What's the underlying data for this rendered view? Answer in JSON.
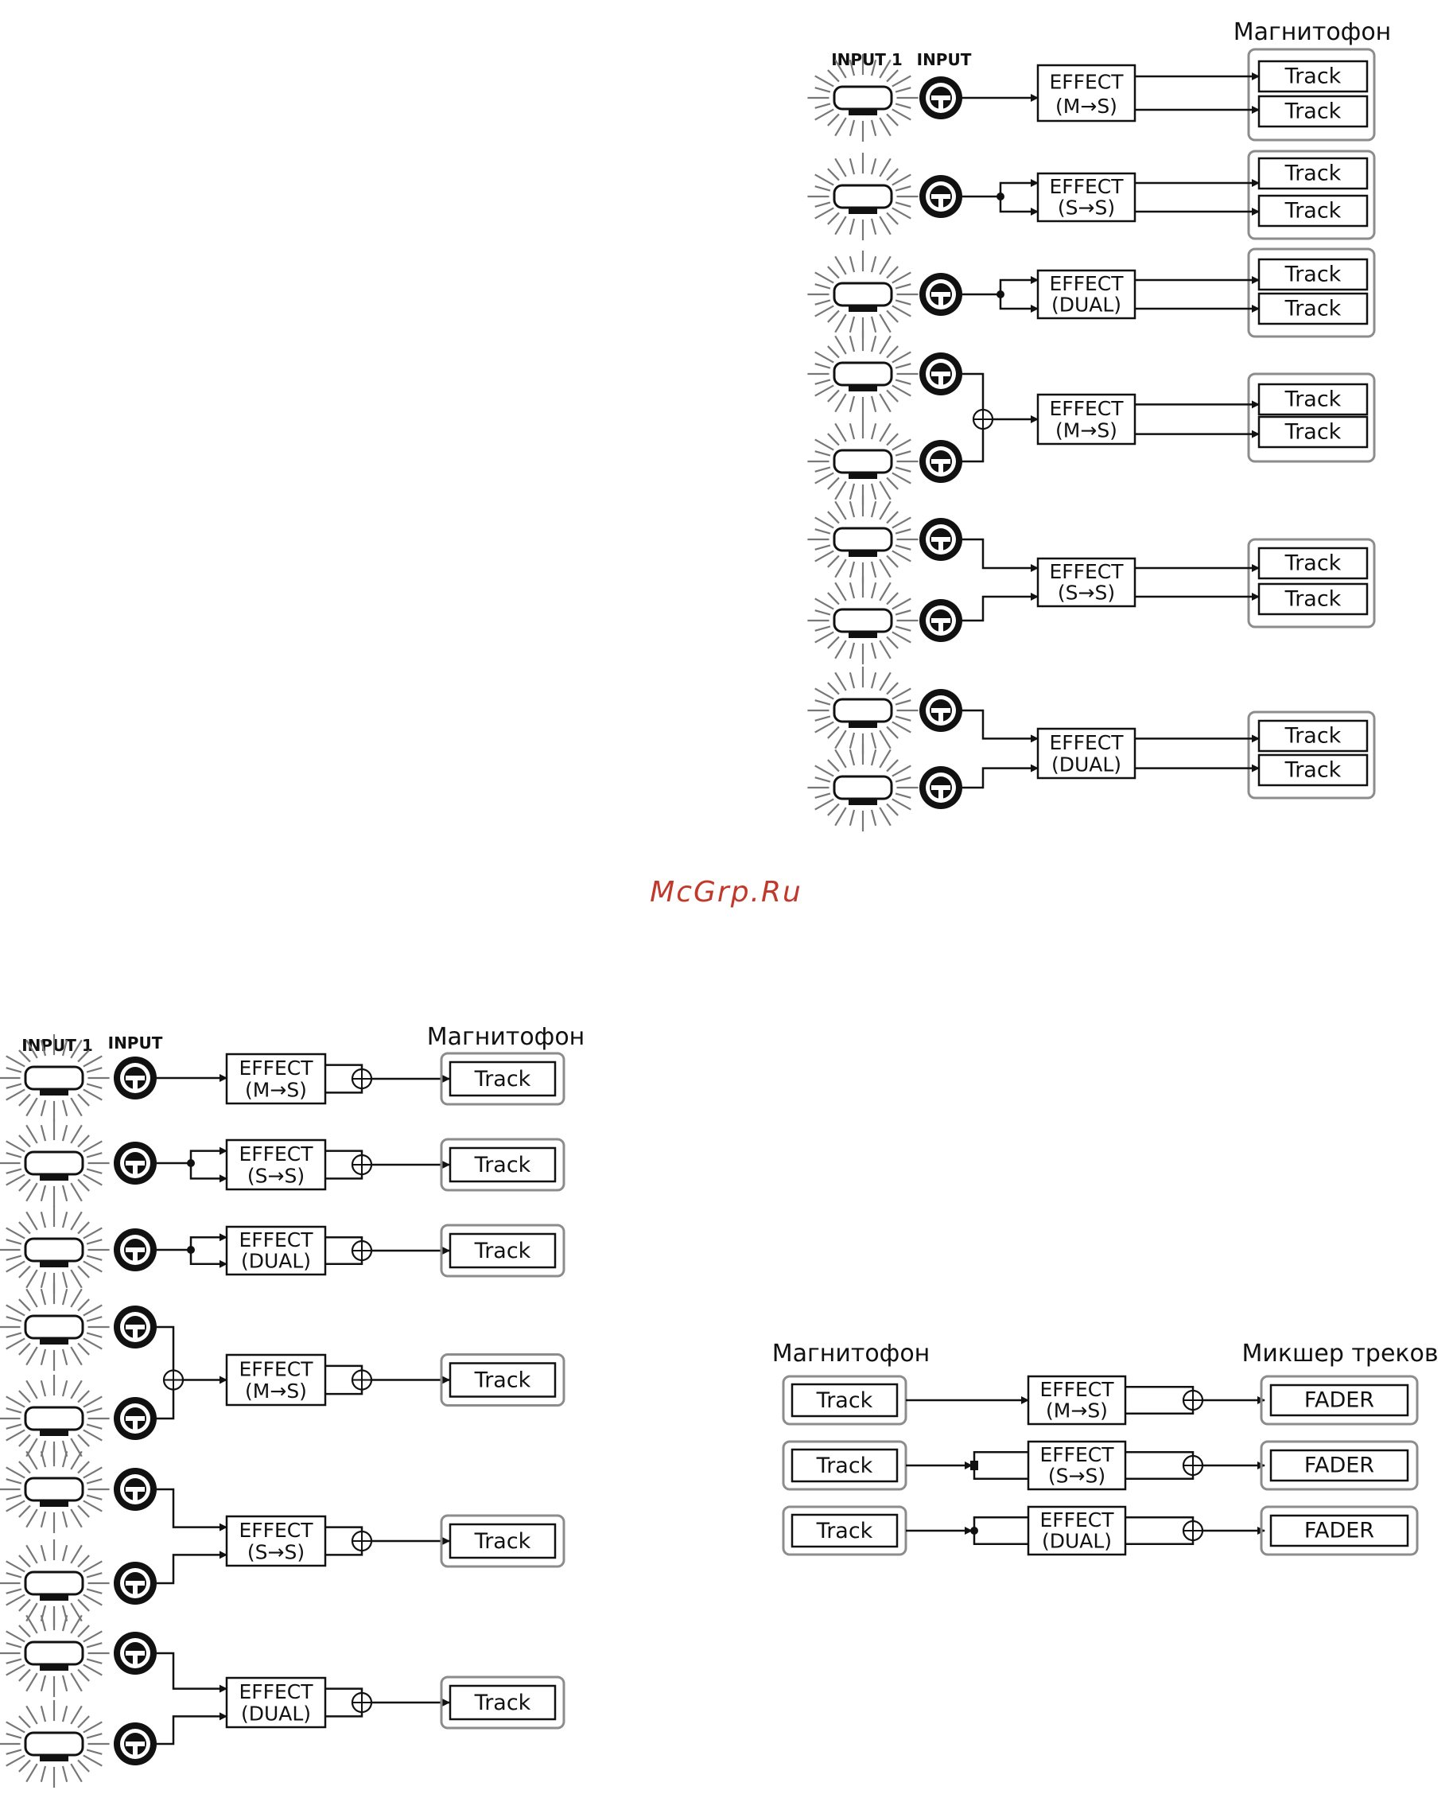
{
  "watermark": "McGrp.Ru",
  "labels": {
    "recorder": "Магнитофон",
    "track_mixer": "Микшер треков",
    "input1": "INPUT 1",
    "input": "INPUT",
    "track": "Track",
    "fader": "FADER",
    "effect": "EFFECT"
  },
  "modes": {
    "ms": "(M→S)",
    "ss": "(S→S)",
    "dual": "(DUAL)"
  },
  "colors": {
    "ink": "#111111",
    "frame": "#8c8c8c",
    "watermark": "#c0392b"
  },
  "diagrams": {
    "stereo_out": [
      "ms",
      "ss",
      "dual",
      "ms",
      "ss",
      "dual"
    ],
    "mono_out": [
      "ms",
      "ss",
      "dual",
      "ms",
      "ss",
      "dual"
    ],
    "mixdown": [
      "ms",
      "ss",
      "dual"
    ]
  }
}
